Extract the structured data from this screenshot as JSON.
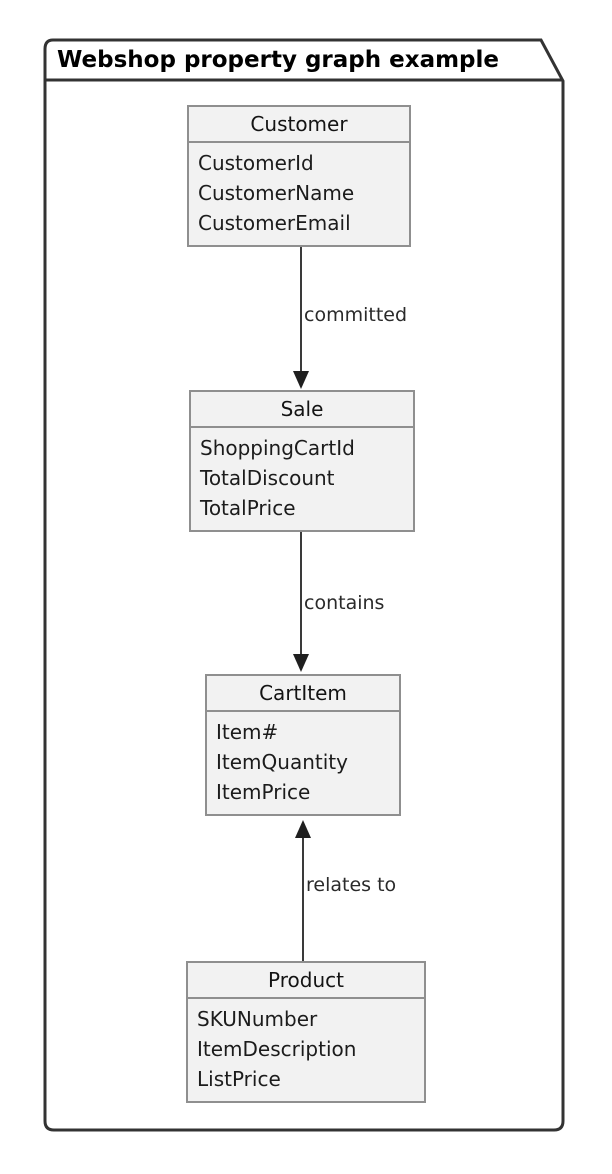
{
  "frame": {
    "title": "Webshop property graph example"
  },
  "entities": [
    {
      "name": "Customer",
      "fields": [
        "CustomerId",
        "CustomerName",
        "CustomerEmail"
      ]
    },
    {
      "name": "Sale",
      "fields": [
        "ShoppingCartId",
        "TotalDiscount",
        "TotalPrice"
      ]
    },
    {
      "name": "CartItem",
      "fields": [
        "Item#",
        "ItemQuantity",
        "ItemPrice"
      ]
    },
    {
      "name": "Product",
      "fields": [
        "SKUNumber",
        "ItemDescription",
        "ListPrice"
      ]
    }
  ],
  "relations": [
    {
      "label": "committed",
      "from": "Customer",
      "to": "Sale",
      "direction": "down"
    },
    {
      "label": "contains",
      "from": "Sale",
      "to": "CartItem",
      "direction": "down"
    },
    {
      "label": "relates to",
      "from": "Product",
      "to": "CartItem",
      "direction": "up"
    }
  ],
  "colors": {
    "background": "#ffffff",
    "frame_border": "#333333",
    "entity_fill": "#f2f2f2",
    "entity_border": "#8f8f8f",
    "arrow": "#3a3a3a",
    "text": "#1c1c1c"
  }
}
